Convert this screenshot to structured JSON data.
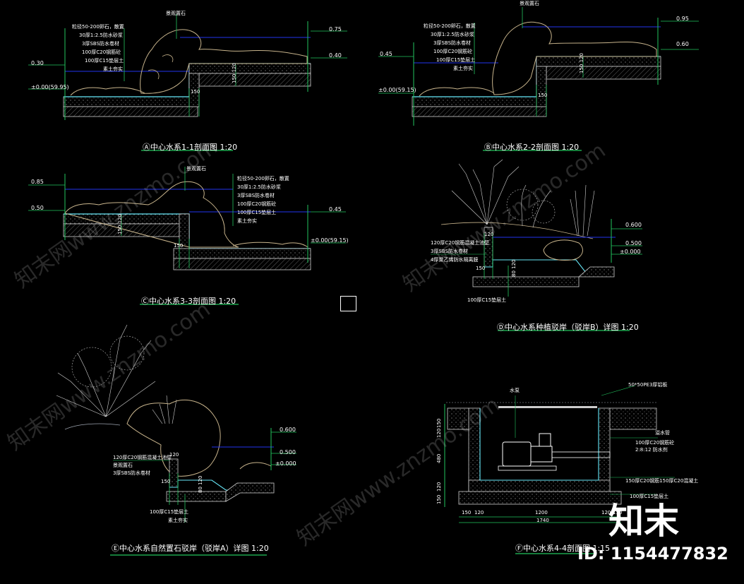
{
  "titles": {
    "a": "Ⓐ中心水系1-1剖面图 1:20",
    "b": "Ⓑ中心水系2-2剖面图 1:20",
    "c": "Ⓒ中心水系3-3剖面图 1:20",
    "d": "Ⓓ中心水系种植驳岸（驳岸B）详图 1:20",
    "e": "Ⓔ中心水系自然置石驳岸（驳岸A）详图 1:20",
    "f": "Ⓕ中心水系4-4剖面图 1:15"
  },
  "levels": {
    "a_075": "0.75",
    "a_040": "0.40",
    "a_030": "0.30",
    "a_000": "±0.00(59.95)",
    "b_095": "0.95",
    "b_060": "0.60",
    "b_045": "0.45",
    "b_000": "±0.00(59.15)",
    "c_085": "0.85",
    "c_050": "0.50",
    "c_045": "0.45",
    "c_000": "±0.00(59.15)",
    "d_0600": "0.600",
    "d_0500": "0.500",
    "d_0000": "±0.000",
    "e_0600": "0.600",
    "e_0500": "0.500",
    "e_0000": "±0.000"
  },
  "notes": {
    "stone": "景观置石",
    "layer1": "粒径50-200卵石，散置",
    "layer2": "30厚1:2.5防水砂浆",
    "layer3": "3厚SBS防水卷材",
    "layer4": "100厚C20钢筋砼",
    "layer5": "100厚C15垫层土",
    "layer6": "素土夯实",
    "d_note1": "120厚C20钢筋混凝土池壁",
    "d_note2": "3厚SBS防水卷材",
    "d_note3": "4厚聚乙烯防水隔离膜",
    "d_note4": "100厚C15垫层土",
    "e_note1": "120厚C20钢筋混凝土池壁",
    "e_note2": "景观置石",
    "e_note3": "3厚SBS防水卷材",
    "e_note4": "100厚C15垫层土",
    "e_note5": "素土夯实",
    "f_note1": "水泵",
    "f_note2": "50*50PE3厚铝板",
    "f_note3": "溢水管",
    "f_note4": "100厚C20钢筋砼",
    "f_note5": "2:8:12 防水剂",
    "f_note6": "150厚C20钢筋150厚C20混凝土",
    "f_note7": "100厚C15垫层土"
  },
  "dims": {
    "a_150": "150",
    "a_v": "150 120",
    "b_150": "150",
    "b_v": "150 120",
    "c_150": "150",
    "c_v": "150 120",
    "d_120": "120",
    "d_150": "150",
    "d_v": "80 120",
    "e_120": "120",
    "e_150": "150",
    "e_v": "80 120",
    "f_150a": "150",
    "f_120a": "120",
    "f_1200": "1200",
    "f_120b": "120",
    "f_150b": "150",
    "f_1740": "1740",
    "f_v1": "150",
    "f_v2": "120",
    "f_v3": "480",
    "f_v4": "120",
    "f_v5": "150"
  },
  "watermark": {
    "text": "知末网www.znzmo.com",
    "brand": "知末",
    "id": "ID: 1154477832"
  },
  "colors": {
    "background": "#000000",
    "green": "#22c55e",
    "cyan": "#67e8f9",
    "blue": "#2233ee",
    "rock": "#c8b48c",
    "gray": "#9ca3af",
    "white": "#ffffff"
  }
}
